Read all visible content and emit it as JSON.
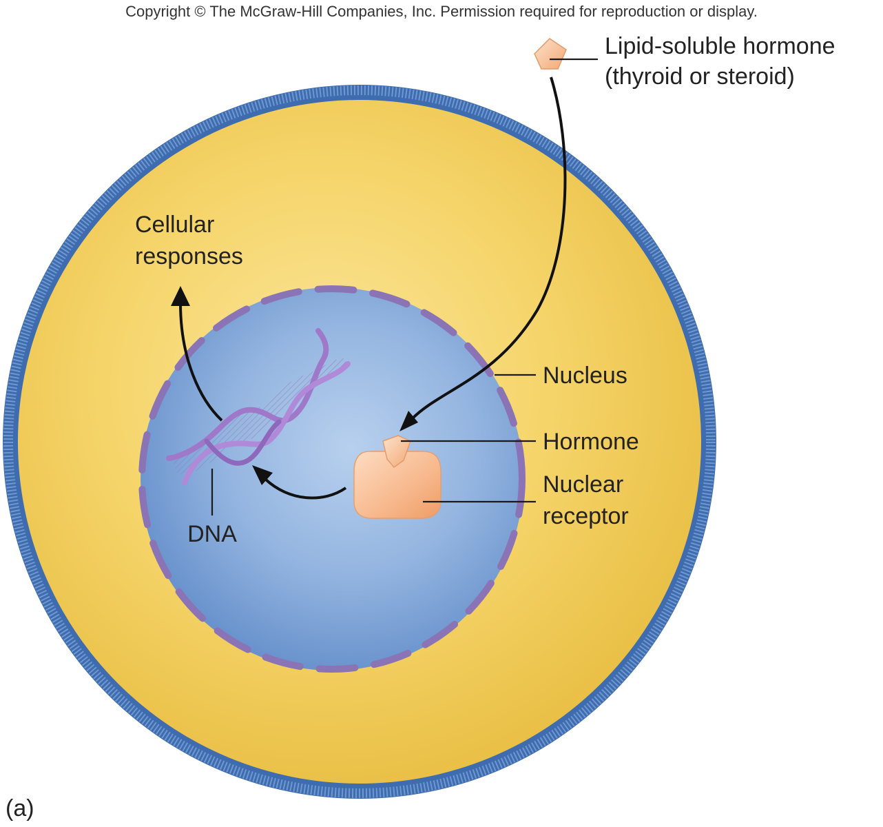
{
  "copyright": "Copyright © The McGraw-Hill Companies, Inc. Permission required for reproduction or display.",
  "panel_label": "(a)",
  "labels": {
    "hormone_line1": "Lipid-soluble hormone",
    "hormone_line2": "(thyroid or steroid)",
    "cellular_line1": "Cellular",
    "cellular_line2": "responses",
    "nucleus": "Nucleus",
    "hormone": "Hormone",
    "receptor_line1": "Nuclear",
    "receptor_line2": "receptor",
    "dna": "DNA"
  },
  "colors": {
    "cell_membrane": "#4a79b8",
    "cytoplasm": "#f2cf5a",
    "nucleoplasm": "#8fb2de",
    "nuclear_envelope": "#8a74b5",
    "hormone": "#f6b98c",
    "dna": "#9f78c9"
  }
}
